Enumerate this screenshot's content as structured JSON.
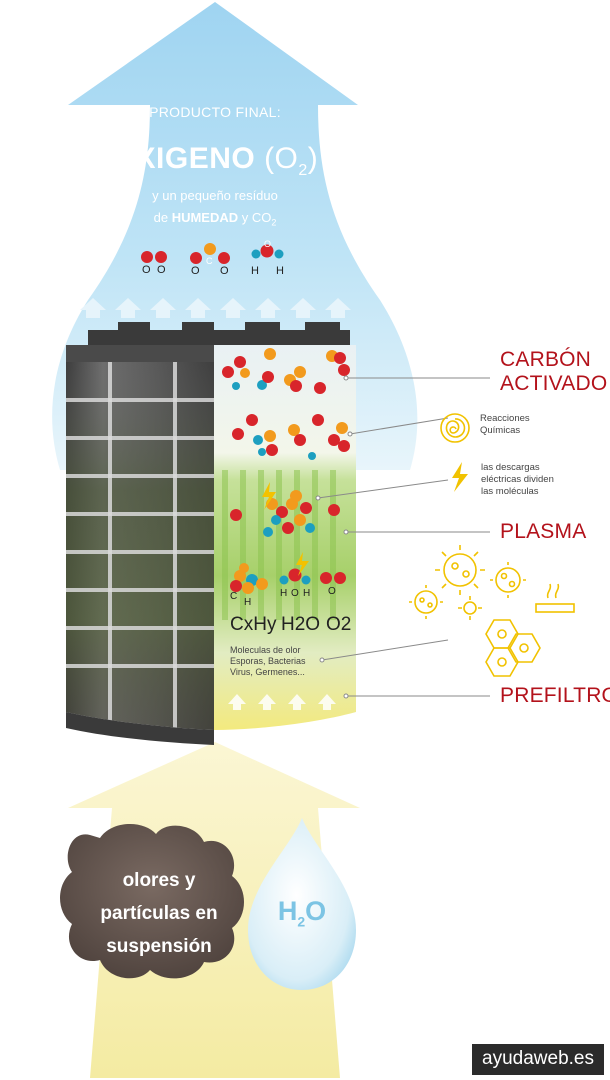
{
  "top": {
    "final_product": "PRODUCTO FINAL:",
    "oxygen": "OXIGENO",
    "oxygen_formula": "(O",
    "oxygen_formula_sub": "2",
    "oxygen_formula_end": ")",
    "residue_line1": "y un pequeño resíduo",
    "residue_pre": "de ",
    "residue_humidity": "HUMEDAD",
    "residue_mid": " y CO",
    "residue_sub": "2",
    "molecule_atoms": [
      "O",
      "O",
      "O",
      "C",
      "O",
      "H",
      "O",
      "H"
    ]
  },
  "labels": {
    "carbon_line1": "CARBÓN",
    "carbon_line2": "ACTIVADO",
    "plasma": "PLASMA",
    "prefilter": "PREFILTRO"
  },
  "notes": {
    "reactions": [
      "Reacciones",
      "Químicas"
    ],
    "discharges": [
      "las descargas",
      "eléctricas dividen",
      "las moléculas"
    ],
    "molecules": [
      "Moleculas de olor",
      "Esporas, Bacterias",
      "Virus, Germenes..."
    ]
  },
  "filter": {
    "formulas": [
      "CxHy",
      "H2O",
      "O2"
    ],
    "atom_labels": [
      "C",
      "H",
      "H",
      "O",
      "H",
      "O"
    ]
  },
  "bottom": {
    "cloud_lines": [
      "olores y",
      "partículas en",
      "suspensión"
    ],
    "water": "H",
    "water_sub": "2",
    "water_end": "O"
  },
  "watermark": "ayudaweb.es",
  "colors": {
    "top_blue": "#a9daf3",
    "bottom_yellow": "#f6efb0",
    "label_red": "#b3121b",
    "plasma_green": "#a9d36a",
    "atom_red": "#d8252b",
    "atom_orange": "#f29a1d",
    "atom_blue": "#1d9fc0"
  }
}
